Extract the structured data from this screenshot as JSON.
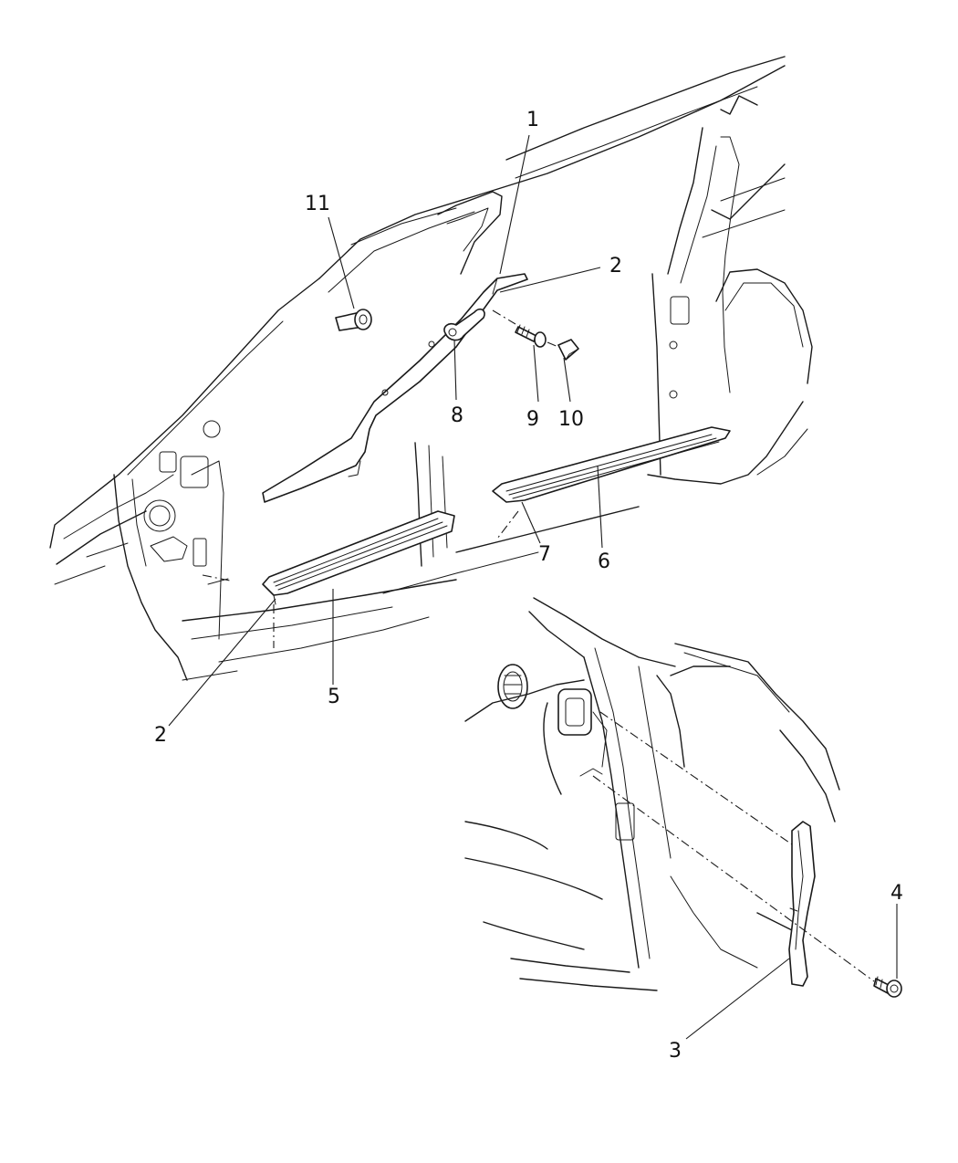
{
  "callouts": [
    {
      "id": "c1",
      "label": "1"
    },
    {
      "id": "c2a",
      "label": "2"
    },
    {
      "id": "c2b",
      "label": "2"
    },
    {
      "id": "c3",
      "label": "3"
    },
    {
      "id": "c4",
      "label": "4"
    },
    {
      "id": "c5",
      "label": "5"
    },
    {
      "id": "c6",
      "label": "6"
    },
    {
      "id": "c7",
      "label": "7"
    },
    {
      "id": "c8",
      "label": "8"
    },
    {
      "id": "c9",
      "label": "9"
    },
    {
      "id": "c10",
      "label": "10"
    },
    {
      "id": "c11",
      "label": "11"
    }
  ]
}
